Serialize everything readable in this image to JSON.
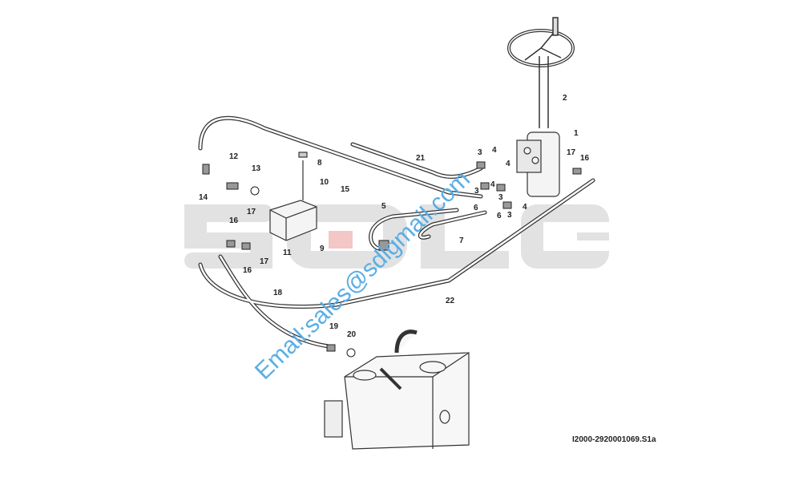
{
  "diagram": {
    "caption": "I2000-2920001069.S1a",
    "logo_text": "SDLG",
    "watermark": "Email:sales@sdlgmail.com",
    "callouts": [
      "1",
      "2",
      "3",
      "4",
      "17",
      "16",
      "21",
      "8",
      "10",
      "15",
      "12",
      "13",
      "14",
      "5",
      "3",
      "4",
      "4",
      "3",
      "6",
      "6",
      "3",
      "4",
      "7",
      "16",
      "17",
      "17",
      "16",
      "11",
      "9",
      "18",
      "22",
      "19",
      "20"
    ],
    "colors": {
      "watermark": "#5aaee6",
      "logo": "#e2e2e2",
      "logo_accent": "#f4c6c6",
      "line": "#333333"
    }
  }
}
